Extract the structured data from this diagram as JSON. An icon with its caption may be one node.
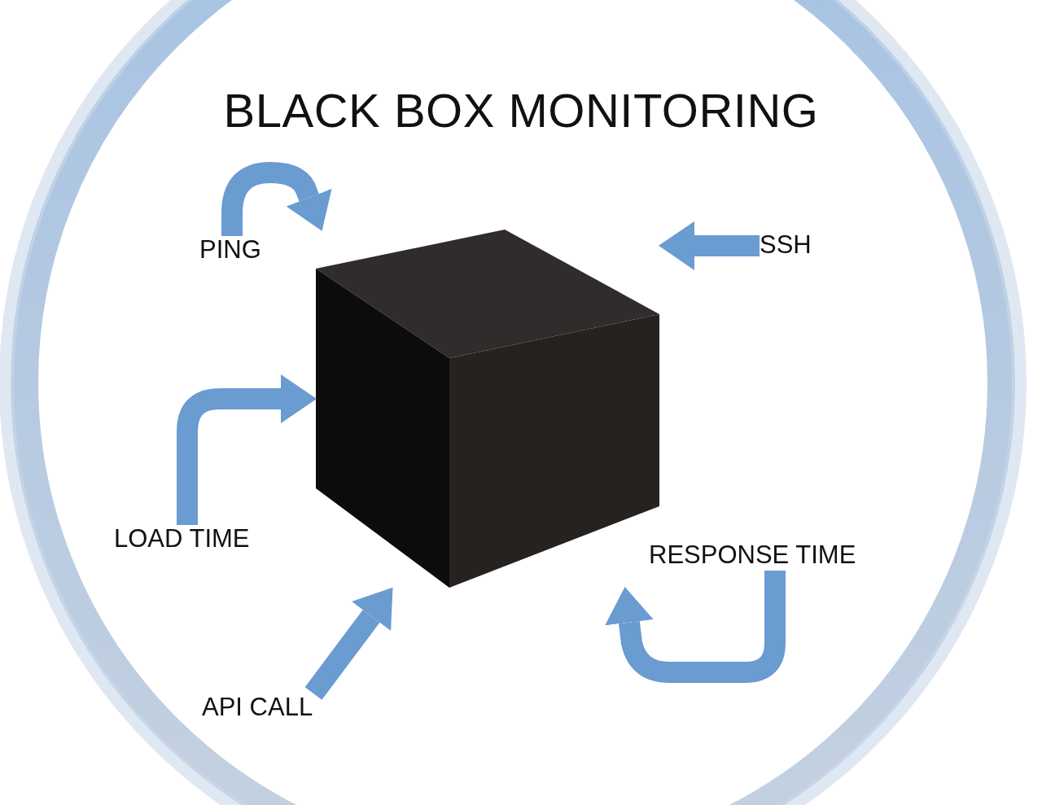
{
  "diagram": {
    "title": "BLACK BOX MONITORING",
    "nodes": [
      {
        "text": [
          "PING"
        ]
      },
      {
        "text": [
          "SSH"
        ]
      },
      {
        "text": [
          "LOAD TIME"
        ]
      },
      {
        "text": [
          "RESPONSE TIME"
        ]
      },
      {
        "text": [
          "API CALL"
        ]
      },
      {
        "text": [],
        "shape": "cube"
      }
    ],
    "edges": [
      {
        "from": 0,
        "to": 5,
        "arrow": "to"
      },
      {
        "from": 1,
        "to": 5,
        "arrow": "to"
      },
      {
        "from": 2,
        "to": 5,
        "arrow": "to"
      },
      {
        "from": 3,
        "to": 5,
        "arrow": "to"
      },
      {
        "from": 4,
        "to": 5,
        "arrow": "to"
      }
    ]
  }
}
